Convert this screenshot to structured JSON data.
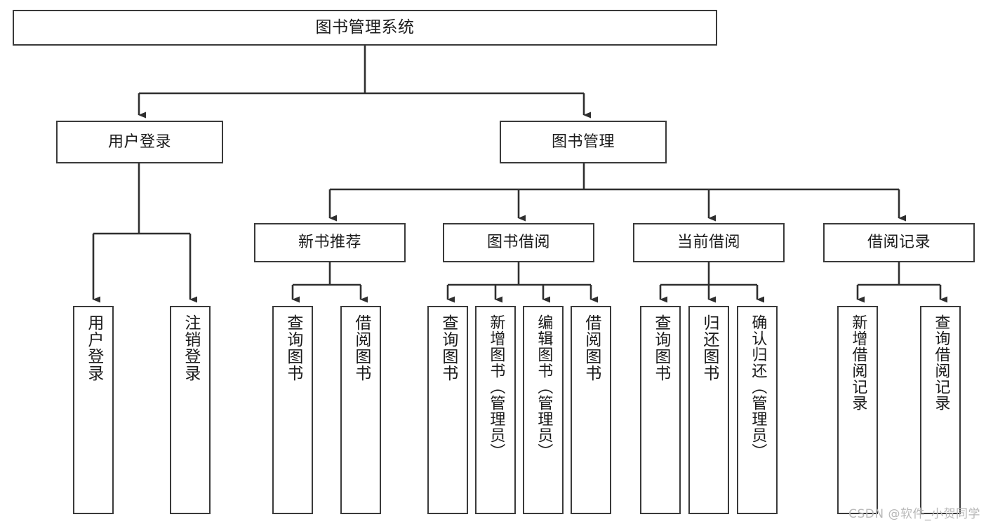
{
  "diagram": {
    "title": "图书管理系统",
    "type": "tree-hierarchy-chart",
    "colors": {
      "box_border": "#3a3a3a",
      "box_fill": "#ffffff",
      "edge": "#2f2f2f",
      "text": "#1b1b1b",
      "watermark": "#b8b8b8"
    },
    "watermark": "CSDN @软件_小贺同学",
    "root": {
      "label": "图书管理系统"
    },
    "level1": [
      {
        "label": "用户登录"
      },
      {
        "label": "图书管理"
      }
    ],
    "level2": [
      {
        "label": "新书推荐"
      },
      {
        "label": "图书借阅"
      },
      {
        "label": "当前借阅"
      },
      {
        "label": "借阅记录"
      }
    ],
    "leaves": {
      "user_login": [
        {
          "label": "用户登录"
        },
        {
          "label": "注销登录"
        }
      ],
      "new_book_recommend": [
        {
          "label": "查询图书"
        },
        {
          "label": "借阅图书"
        }
      ],
      "book_borrow": [
        {
          "label": "查询图书"
        },
        {
          "label": "新增图书（管理员）"
        },
        {
          "label": "编辑图书（管理员）"
        },
        {
          "label": "借阅图书"
        }
      ],
      "current_borrow": [
        {
          "label": "查询图书"
        },
        {
          "label": "归还图书"
        },
        {
          "label": "确认归还（管理员）"
        }
      ],
      "borrow_record": [
        {
          "label": "新增借阅记录"
        },
        {
          "label": "查询借阅记录"
        }
      ]
    }
  }
}
